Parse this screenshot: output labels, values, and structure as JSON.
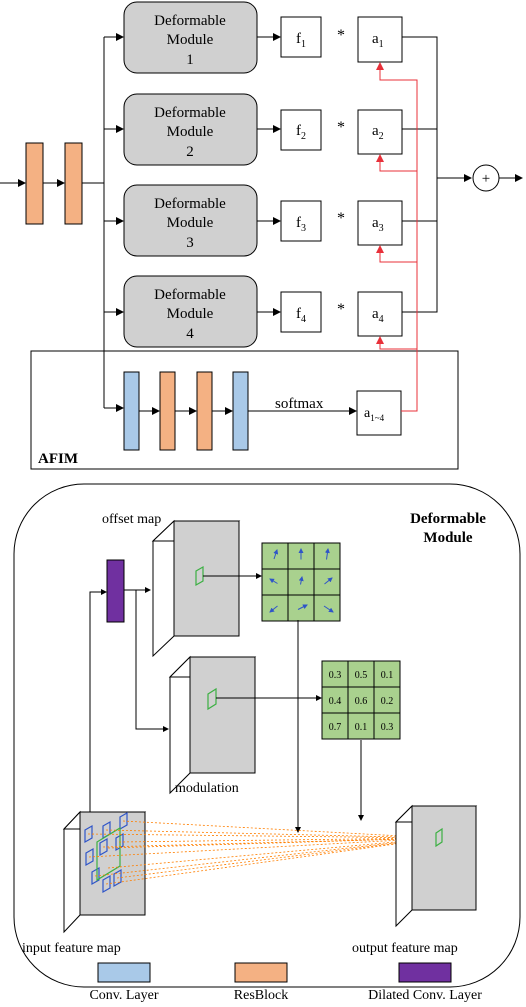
{
  "modules": [
    {
      "label1": "Deformable",
      "label2": "Module",
      "num": "1",
      "f": "f",
      "f_sub": "1",
      "a": "a",
      "a_sub": "1"
    },
    {
      "label1": "Deformable",
      "label2": "Module",
      "num": "2",
      "f": "f",
      "f_sub": "2",
      "a": "a",
      "a_sub": "2"
    },
    {
      "label1": "Deformable",
      "label2": "Module",
      "num": "3",
      "f": "f",
      "f_sub": "3",
      "a": "a",
      "a_sub": "3"
    },
    {
      "label1": "Deformable",
      "label2": "Module",
      "num": "4",
      "f": "f",
      "f_sub": "4",
      "a": "a",
      "a_sub": "4"
    }
  ],
  "multiply_symbol": "*",
  "sum_symbol": "+",
  "afim": {
    "label": "AFIM",
    "softmax": "softmax",
    "output": "a",
    "output_sub": "1~4"
  },
  "deform": {
    "title1": "Deformable",
    "title2": "Module",
    "offset_map": "offset map",
    "modulation": "modulation",
    "input_map": "input feature map",
    "output_map": "output feature map",
    "modulation_values": [
      "0.3",
      "0.5",
      "0.1",
      "0.4",
      "0.6",
      "0.2",
      "0.7",
      "0.1",
      "0.3"
    ]
  },
  "legend": [
    {
      "label": "Conv. Layer",
      "color": "#a9c9e8"
    },
    {
      "label": "ResBlock",
      "color": "#f4b183"
    },
    {
      "label": "Dilated Conv. Layer",
      "color": "#7030a0"
    }
  ],
  "colors": {
    "module": "#d0d0d0",
    "grid": "#a9d18e",
    "red": "#e8303a",
    "orange": "#ff7f00"
  }
}
